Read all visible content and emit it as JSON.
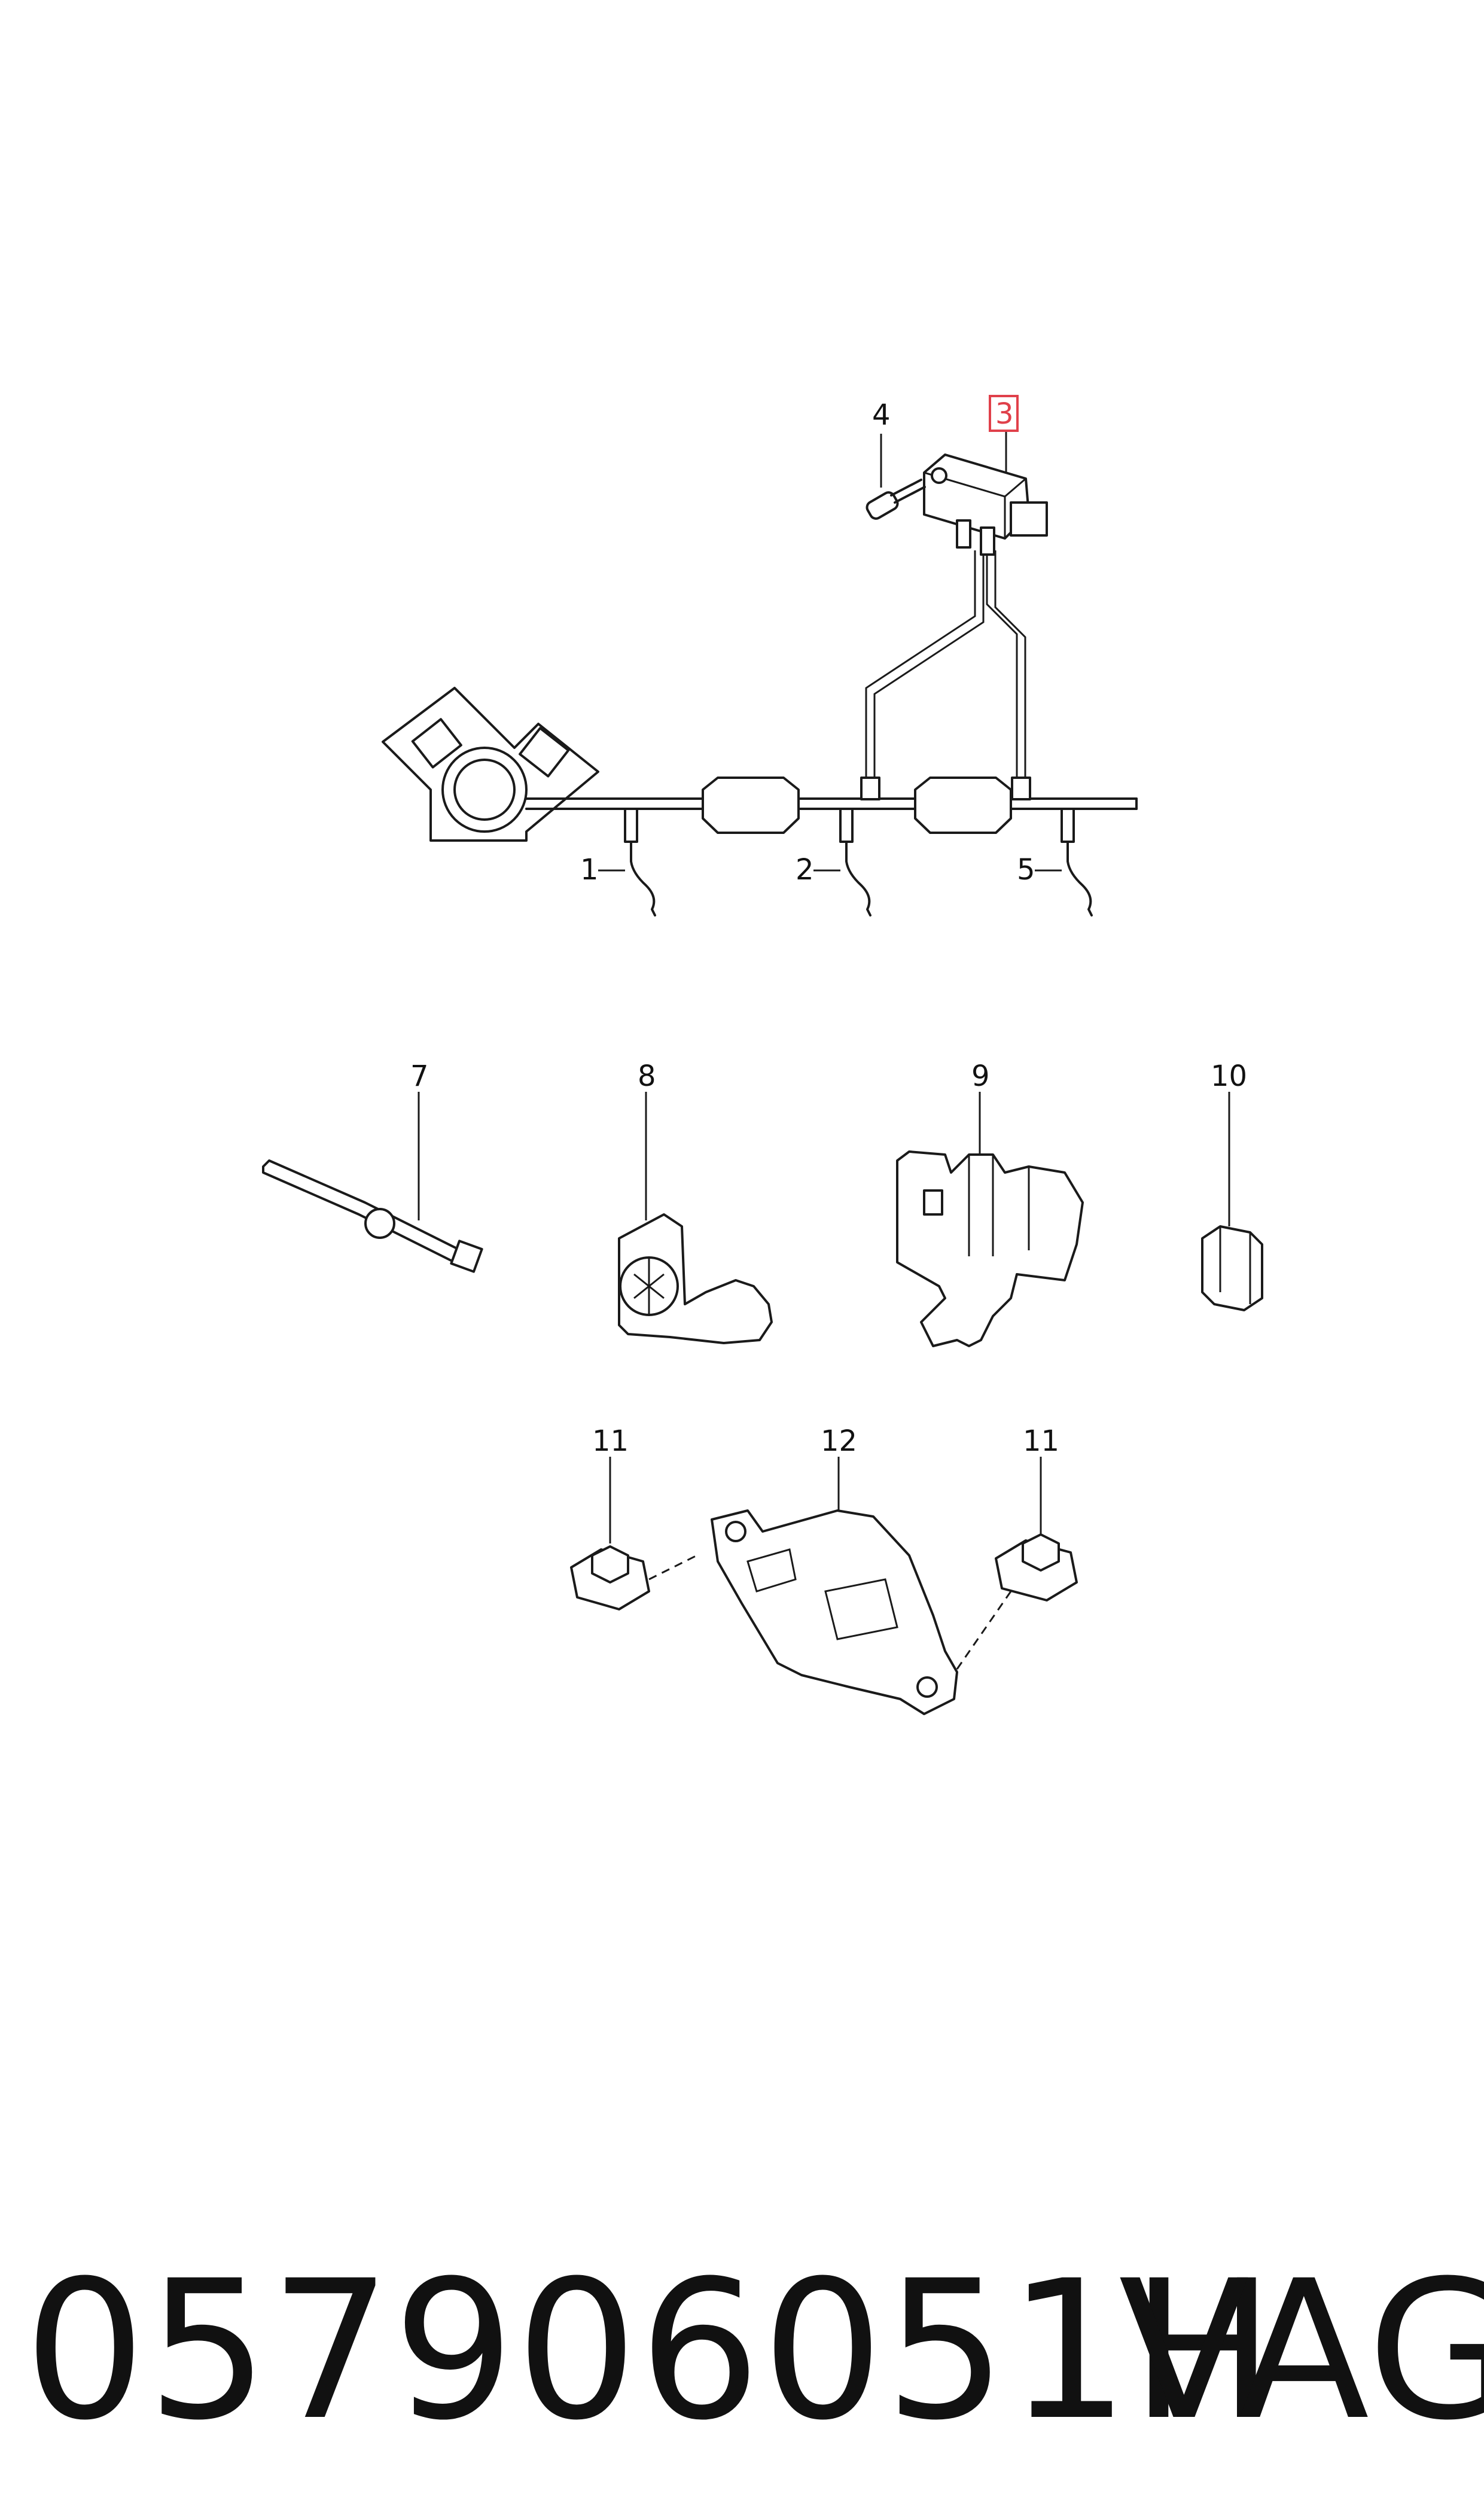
{
  "labels": {
    "l1": "1",
    "l2": "2",
    "l3": "3",
    "l4": "4",
    "l5": "5",
    "l7": "7",
    "l8": "8",
    "l9": "9",
    "l10": "10",
    "l11a": "11",
    "l12": "12",
    "l11b": "11"
  },
  "highlight_color": "#e0404a",
  "caption": {
    "part_number": "057906051H",
    "brand": "VAG"
  }
}
